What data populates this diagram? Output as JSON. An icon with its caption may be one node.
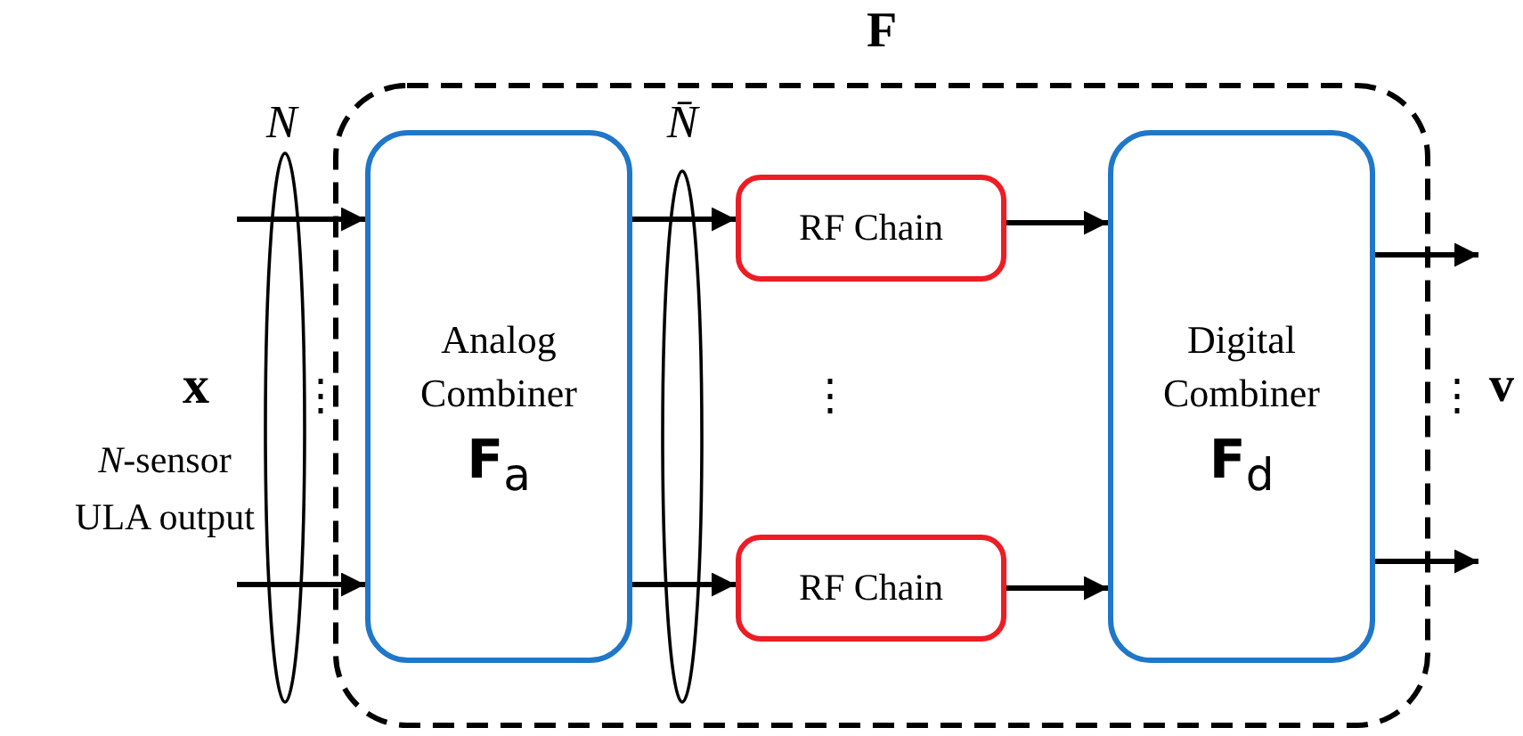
{
  "diagram": {
    "nodes": [
      {
        "text": [
          "F"
        ]
      },
      {
        "text": [
          "Analog Combiner",
          "**F**$_{a}$"
        ],
        "in": 0
      },
      {
        "text": [
          "RF Chain"
        ],
        "in": 0
      },
      {
        "text": [
          "RF Chain"
        ],
        "in": 0
      },
      {
        "text": [
          "Digital Combiner",
          "**F**$_{d}$"
        ],
        "in": 0
      }
    ],
    "edges": [
      {
        "from": null,
        "to": 1,
        "arrow": "to"
      },
      {
        "from": null,
        "to": 1,
        "arrow": "to"
      },
      {
        "from": 1,
        "to": 2,
        "arrow": "to"
      },
      {
        "from": 1,
        "to": 3,
        "arrow": "to"
      },
      {
        "from": 2,
        "to": 4,
        "arrow": "to"
      },
      {
        "from": 3,
        "to": 4,
        "arrow": "to"
      },
      {
        "from": 4,
        "to": null,
        "arrow": "to"
      },
      {
        "from": 4,
        "to": null,
        "arrow": "to"
      }
    ],
    "labels": [
      "N",
      "N̄",
      "x",
      "*N*-sensor ULA output",
      "⋮",
      "⋮",
      "⋮",
      "v"
    ]
  }
}
